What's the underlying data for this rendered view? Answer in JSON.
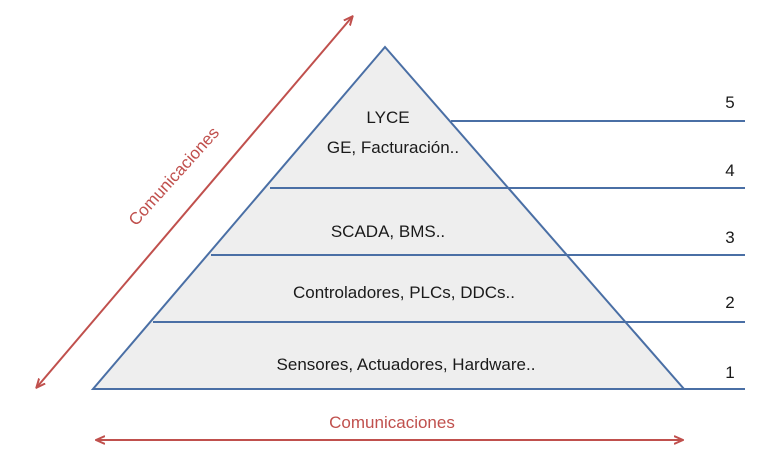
{
  "colors": {
    "pyramid_fill": "#eeeeee",
    "pyramid_stroke": "#4a6fa5",
    "arrow": "#c0504d",
    "text": "#1a1a1a"
  },
  "pyramid": {
    "layers": [
      {
        "level": "1",
        "lines": [
          "Sensores, Actuadores, Hardware.."
        ]
      },
      {
        "level": "2",
        "lines": [
          "Controladores, PLCs, DDCs.."
        ]
      },
      {
        "level": "3",
        "lines": [
          "SCADA, BMS.."
        ]
      },
      {
        "level": "4",
        "lines": [
          "GE, Facturación.."
        ]
      },
      {
        "level": "5",
        "lines": [
          "LYCE"
        ]
      }
    ]
  },
  "communications": {
    "diagonal_label": "Comunicaciones",
    "horizontal_label": "Comunicaciones"
  }
}
